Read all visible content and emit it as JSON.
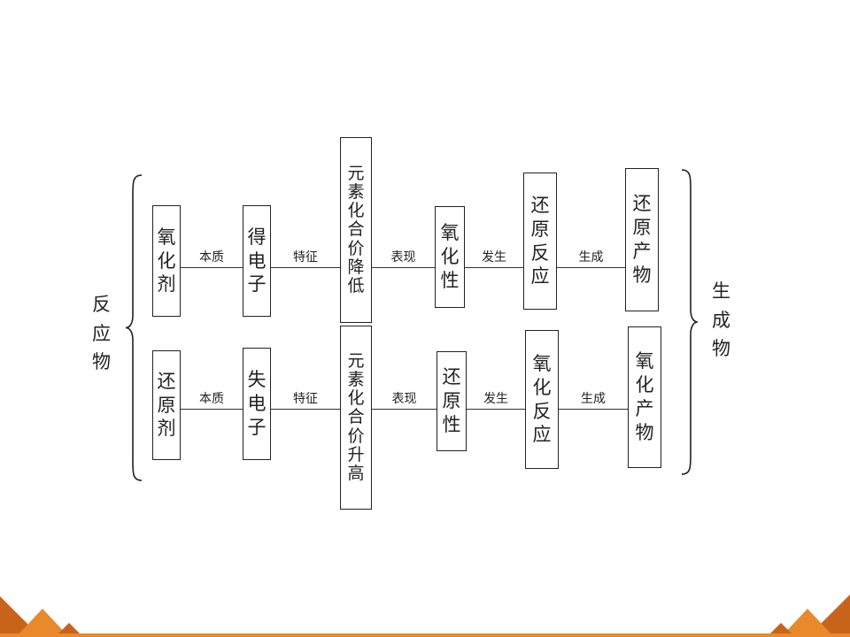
{
  "left_group": "反应物",
  "right_group": "生成物",
  "rows": [
    {
      "agent": "氧化剂",
      "electron": "得电子",
      "valence": "元素化合价降低",
      "property": "氧化性",
      "reaction": "还原反应",
      "product": "还原产物",
      "links": [
        "本质",
        "特征",
        "表现",
        "发生",
        "生成"
      ]
    },
    {
      "agent": "还原剂",
      "electron": "失电子",
      "valence": "元素化合价升高",
      "property": "还原性",
      "reaction": "氧化反应",
      "product": "氧化产物",
      "links": [
        "本质",
        "特征",
        "表现",
        "发生",
        "生成"
      ]
    }
  ],
  "colors": {
    "accent": "#e8892b",
    "accent_dark": "#c8641a",
    "line": "#222222"
  }
}
